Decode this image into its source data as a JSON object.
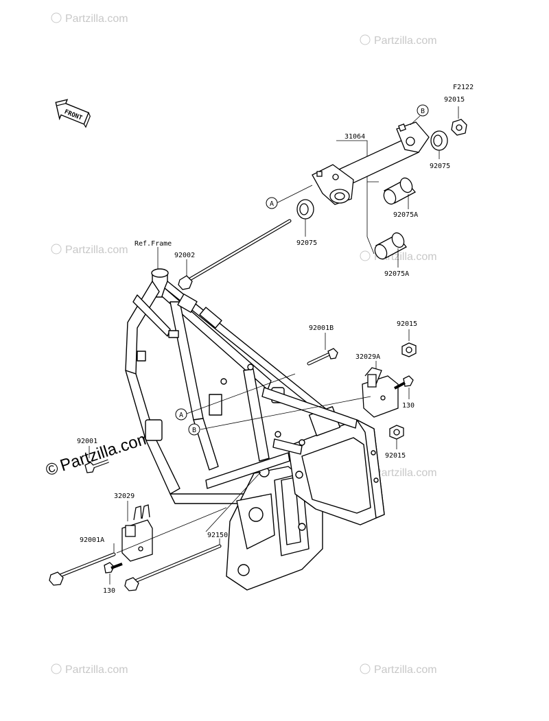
{
  "figure_code": "F2122",
  "front_badge": "FRONT",
  "ref_frame": "Ref.Frame",
  "watermark": "Partzilla.com",
  "watermark_symbol": "©",
  "callouts": {
    "p31064": "31064",
    "p92015_top": "92015",
    "p92075_right": "92075",
    "p92075_left": "92075",
    "p92075A_top": "92075A",
    "p92075A_bottom": "92075A",
    "p92002": "92002",
    "p92001B": "92001B",
    "p92015_mid": "92015",
    "p32029A": "32029A",
    "p130_right": "130",
    "p92015_low": "92015",
    "p92001": "92001",
    "p32029": "32029",
    "p92001A": "92001A",
    "p92150": "92150",
    "p130_left": "130"
  },
  "markers": {
    "a_top": "A",
    "b_top": "B",
    "a_mid": "A",
    "b_mid": "B"
  }
}
